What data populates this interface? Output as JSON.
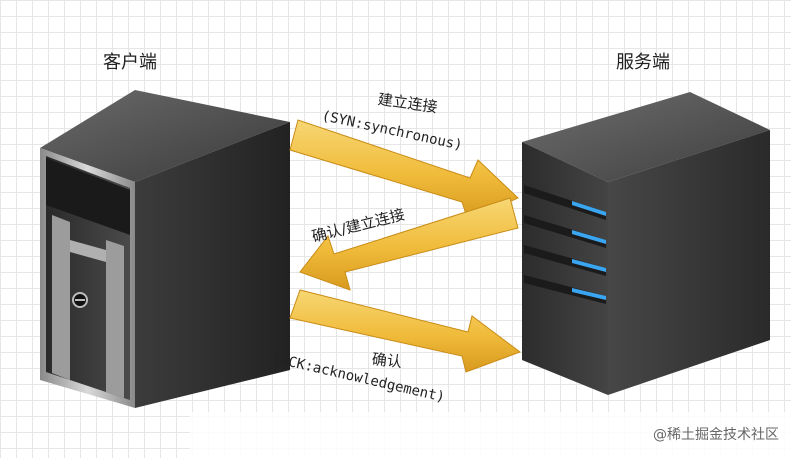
{
  "nodes": {
    "client": {
      "label": "客户端"
    },
    "server": {
      "label": "服务端"
    }
  },
  "arrows": {
    "syn": {
      "title": "建立连接",
      "detail": "(SYN:synchronous)"
    },
    "synack": {
      "title": "确认/建立连接"
    },
    "ack": {
      "title": "确认",
      "detail": "(ACK:acknowledgement)"
    }
  },
  "colors": {
    "arrow_fill": "#f2c34a",
    "arrow_stroke": "#d59b1e",
    "server_body": "#3a3a3a",
    "server_led": "#3aa6f2"
  },
  "watermark": "@稀土掘金技术社区"
}
